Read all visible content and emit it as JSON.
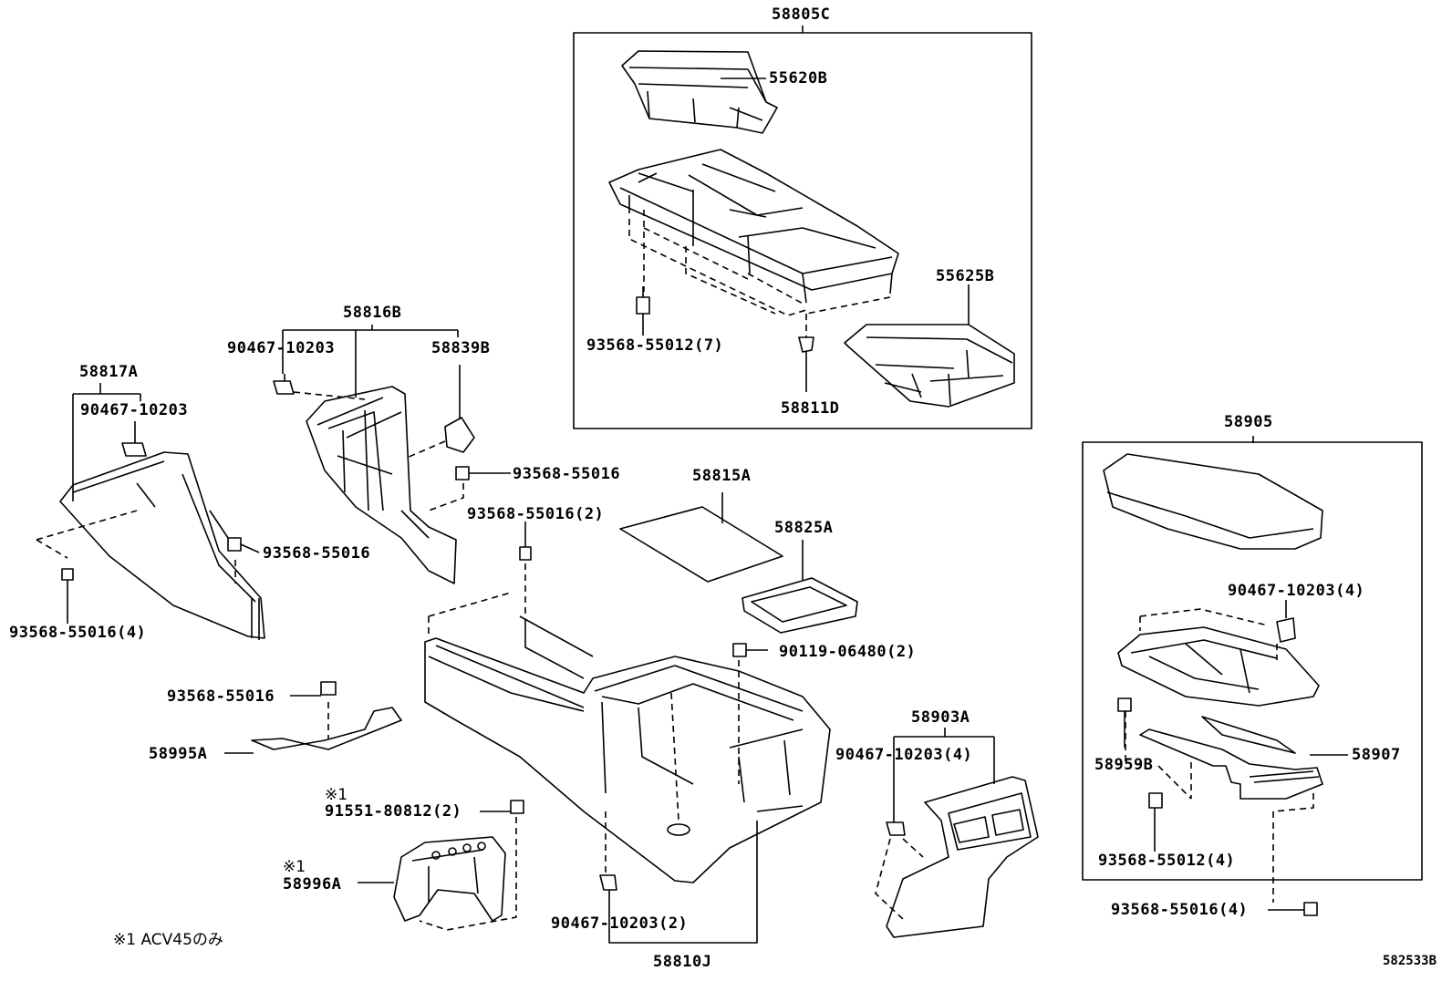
{
  "colors": {
    "line": "#000000",
    "part_fill": "#ffffff",
    "background": "#ffffff"
  },
  "labels": {
    "p58805C": "58805C",
    "p55620B": "55620B",
    "p55625B": "55625B",
    "p93568_55012_7": "93568-55012(7)",
    "p58811D": "58811D",
    "p58816B": "58816B",
    "p90467_10203_a": "90467-10203",
    "p58839B": "58839B",
    "p58817A": "58817A",
    "p90467_10203_b": "90467-10203",
    "p93568_55016_a": "93568-55016",
    "p93568_55016_b": "93568-55016",
    "p93568_55016_4a": "93568-55016(4)",
    "p93568_55016_2": "93568-55016(2)",
    "p58815A": "58815A",
    "p58825A": "58825A",
    "p90119_06480_2": "90119-06480(2)",
    "p93568_55016_c": "93568-55016",
    "p58995A": "58995A",
    "p91551_80812_2": "91551-80812(2)",
    "p58996A": "58996A",
    "mark1a": "※1",
    "mark1b": "※1",
    "footnote": "※1 ACV45のみ",
    "p90467_10203_2": "90467-10203(2)",
    "p58810J": "58810J",
    "p58903A": "58903A",
    "p90467_10203_4a": "90467-10203(4)",
    "p58905": "58905",
    "p90467_10203_4b": "90467-10203(4)",
    "p58959B": "58959B",
    "p58907": "58907",
    "p93568_55012_4": "93568-55012(4)",
    "p93568_55016_4b": "93568-55016(4)",
    "diagram_code": "582533B"
  }
}
